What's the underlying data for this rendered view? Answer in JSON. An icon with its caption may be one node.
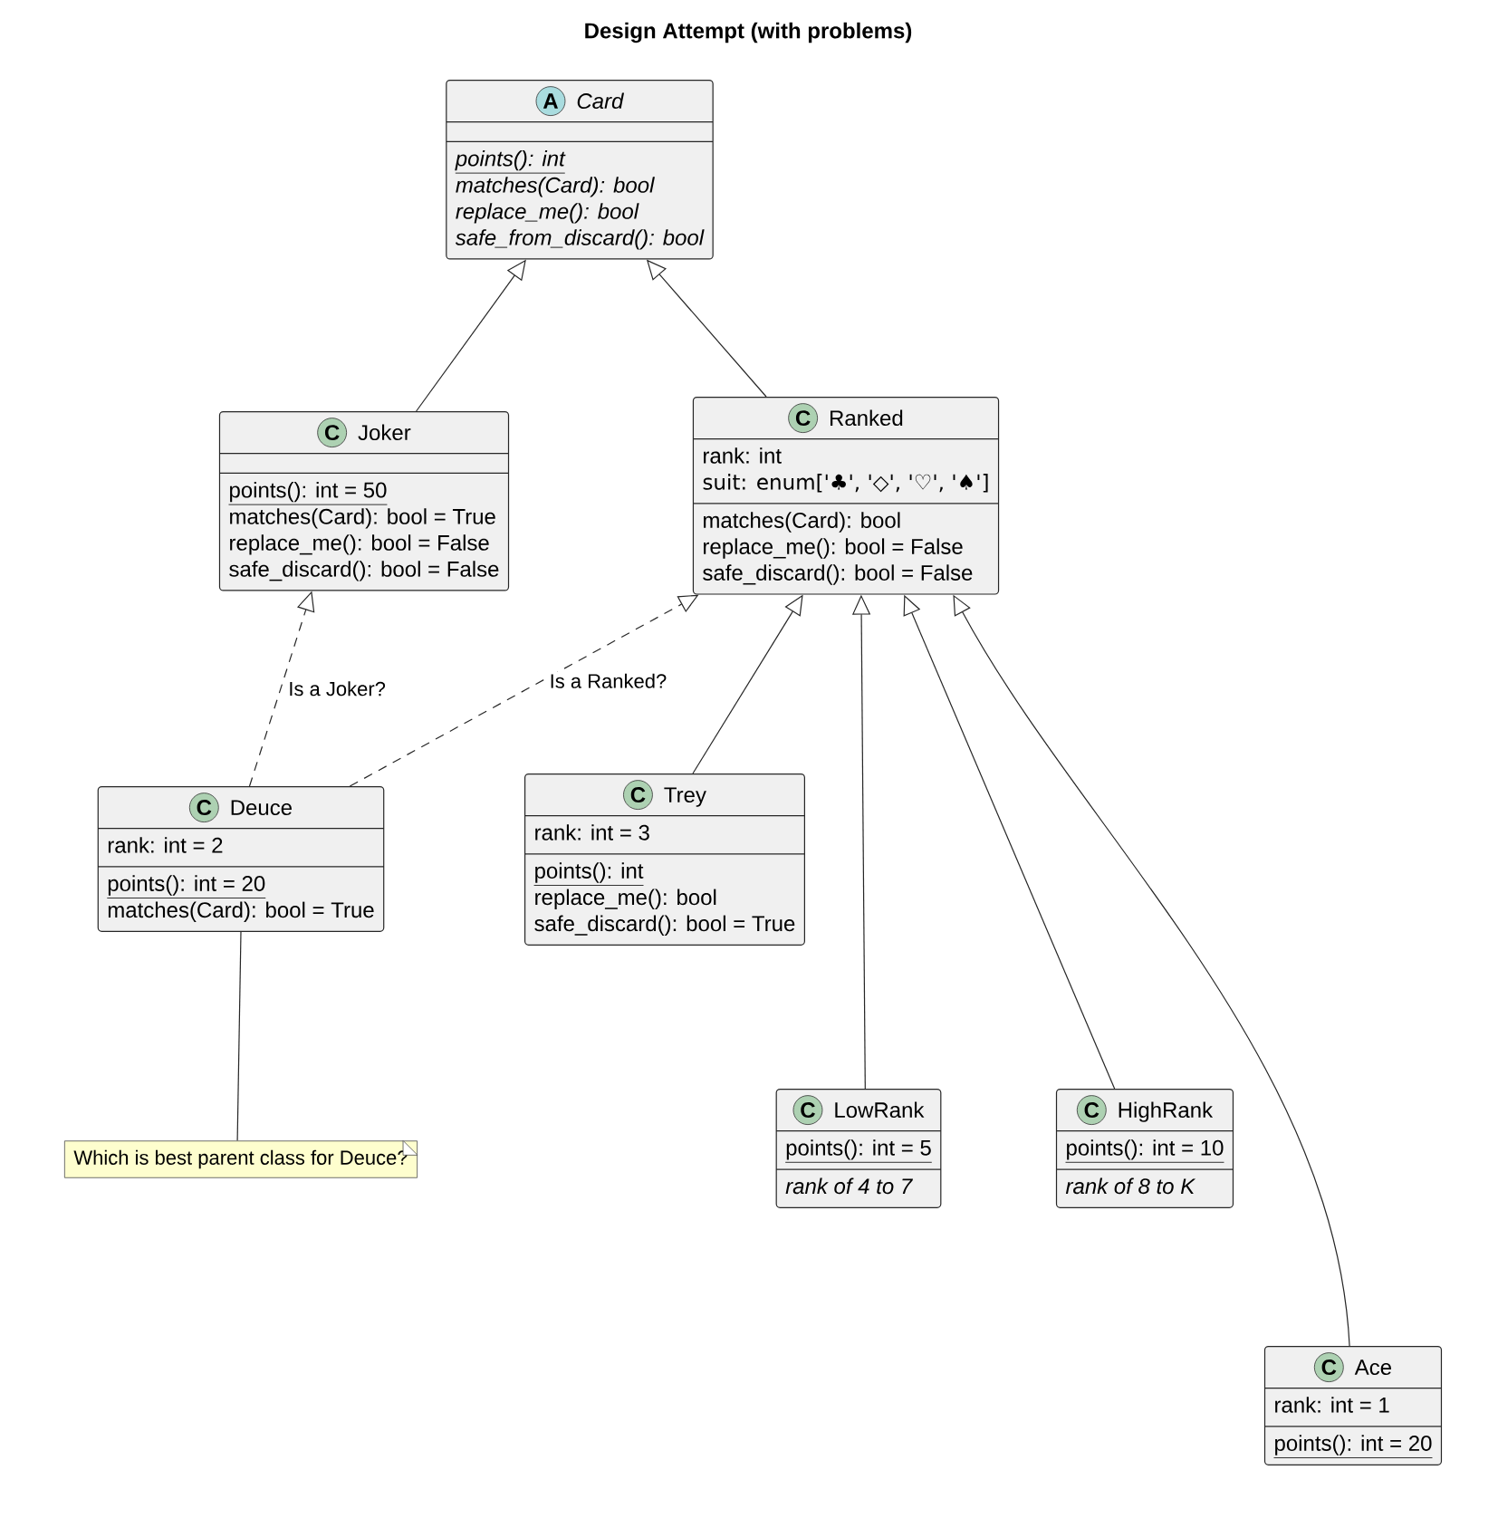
{
  "diagram": {
    "title": "Design Attempt (with problems)",
    "nodes": [
      {
        "text": [
          "A",
          "Card",
          "points(): int",
          "matches(Card): bool",
          "replace_me(): bool",
          "safe_from_discard(): bool"
        ]
      },
      {
        "text": [
          "C",
          "Joker",
          "points(): int = 50",
          "matches(Card): bool = True",
          "replace_me(): bool = False",
          "safe_discard(): bool = False"
        ]
      },
      {
        "text": [
          "C",
          "Ranked",
          "rank: int",
          "suit: enum['♣', '◇', '♡', '♠']",
          "matches(Card): bool",
          "replace_me(): bool = False",
          "safe_discard(): bool = False"
        ]
      },
      {
        "text": [
          "C",
          "Deuce",
          "rank: int = 2",
          "points(): int = 20",
          "matches(Card): bool = True"
        ]
      },
      {
        "text": [
          "C",
          "Trey",
          "rank: int = 3",
          "points(): int",
          "replace_me(): bool",
          "safe_discard(): bool = True"
        ]
      },
      {
        "text": [
          "C",
          "LowRank",
          "points(): int = 5",
          "rank of 4 to 7"
        ]
      },
      {
        "text": [
          "C",
          "HighRank",
          "points(): int = 10",
          "rank of 8 to K"
        ]
      },
      {
        "text": [
          "C",
          "Ace",
          "rank: int = 1",
          "points(): int = 20"
        ]
      },
      {
        "text": [
          "Which is best parent class for Deuce?"
        ]
      }
    ],
    "edges": [
      {
        "from": 1,
        "to": 0,
        "arrow": "to"
      },
      {
        "from": 2,
        "to": 0,
        "arrow": "to"
      },
      {
        "from": 3,
        "to": 1,
        "arrow": "to",
        "style": "dashed",
        "label": "Is a Joker?"
      },
      {
        "from": 3,
        "to": 2,
        "arrow": "to",
        "style": "dashed",
        "label": "Is a Ranked?"
      },
      {
        "from": 4,
        "to": 2,
        "arrow": "to"
      },
      {
        "from": 5,
        "to": 2,
        "arrow": "to"
      },
      {
        "from": 6,
        "to": 2,
        "arrow": "to"
      },
      {
        "from": 7,
        "to": 2,
        "arrow": "to"
      },
      {
        "from": 8,
        "to": 3,
        "arrow": "none"
      }
    ]
  }
}
